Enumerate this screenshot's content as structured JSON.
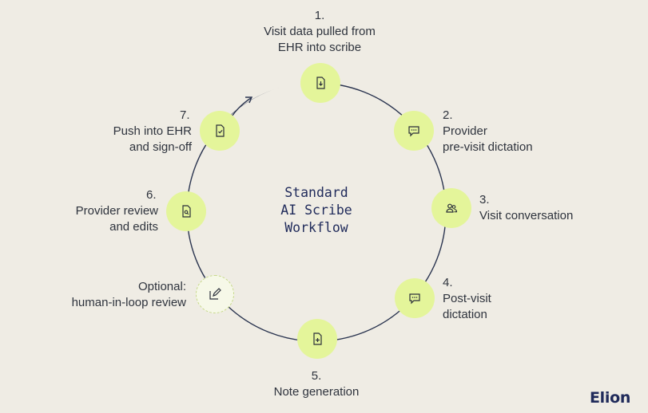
{
  "diagram": {
    "title_lines": [
      "Standard",
      "AI Scribe",
      "Workflow"
    ],
    "steps": [
      {
        "number": "1.",
        "lines": [
          "Visit data pulled from",
          "EHR into scribe"
        ],
        "icon": "document-download-icon"
      },
      {
        "number": "2.",
        "lines": [
          "Provider",
          "pre-visit dictation"
        ],
        "icon": "chat-bubble-icon"
      },
      {
        "number": "3.",
        "lines": [
          "Visit conversation"
        ],
        "icon": "people-icon"
      },
      {
        "number": "4.",
        "lines": [
          "Post-visit",
          "dictation"
        ],
        "icon": "chat-bubble-icon"
      },
      {
        "number": "5.",
        "lines": [
          "Note generation"
        ],
        "icon": "document-plus-icon"
      },
      {
        "number": "Optional:",
        "lines": [
          "human-in-loop review"
        ],
        "icon": "pencil-edit-icon"
      },
      {
        "number": "6.",
        "lines": [
          "Provider review",
          "and edits"
        ],
        "icon": "document-search-icon"
      },
      {
        "number": "7.",
        "lines": [
          "Push into EHR",
          "and sign-off"
        ],
        "icon": "document-check-icon"
      }
    ]
  },
  "brand": {
    "logo_text": "Elion"
  },
  "colors": {
    "background": "#efece4",
    "node_fill": "#e4f59a",
    "ring": "#2b3550",
    "title": "#1f2a5a"
  }
}
